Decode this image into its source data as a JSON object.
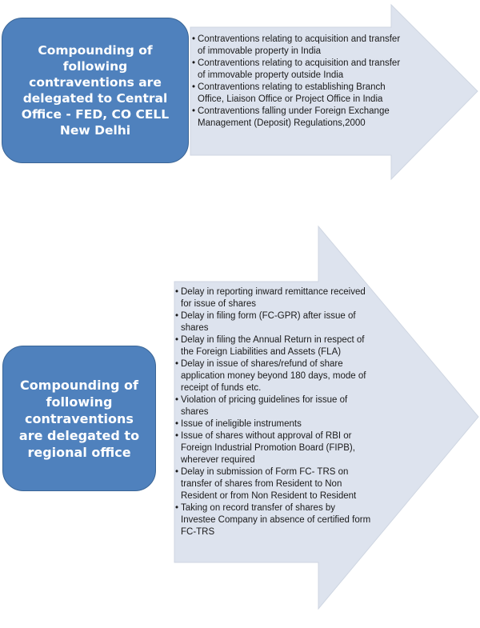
{
  "colors": {
    "box_fill": "#4f81bd",
    "arrow_fill": "#dde3ee",
    "arrow_stroke": "#cfd6e2",
    "box_text": "#ffffff"
  },
  "top_section": {
    "box_text": "Compounding of following contraventions are delegated to Central Office - FED, CO CELL New Delhi",
    "items": [
      "Contraventions relating to acquisition and transfer of immovable property in India",
      "Contraventions relating to acquisition and transfer of immovable property outside India",
      "Contraventions relating to establishing Branch Office, Liaison Office or Project Office in India",
      "Contraventions falling under Foreign Exchange Management (Deposit) Regulations,2000"
    ]
  },
  "bottom_section": {
    "box_text": "Compounding of following contraventions are delegated to regional office",
    "items": [
      "Delay in reporting inward remittance received for issue of shares",
      "Delay in filing form (FC-GPR) after issue of shares",
      "Delay in filing the Annual Return in respect of the Foreign Liabilities and Assets (FLA)",
      "Delay in issue of shares/refund of share application money beyond 180 days, mode of receipt of funds etc.",
      "Violation of pricing guidelines for issue of shares",
      "Issue of ineligible instruments",
      "Issue of shares without approval of RBI or Foreign Industrial Promotion Board (FIPB), wherever required",
      "Delay in submission of Form FC- TRS on transfer of shares from Resident to Non Resident or from Non Resident to Resident",
      "Taking on record transfer of shares by Investee Company in absence of certified form FC-TRS"
    ]
  }
}
